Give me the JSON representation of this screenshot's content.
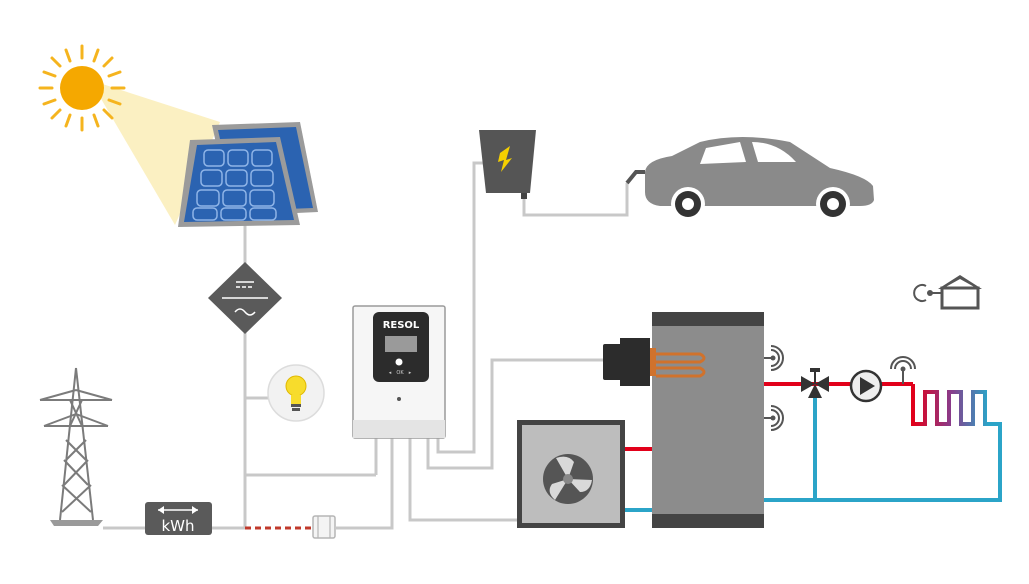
{
  "controller": {
    "brand": "RESOL",
    "buttons": [
      "◂",
      "OK",
      "▸"
    ]
  },
  "meter": {
    "unit": "kWh"
  },
  "colors": {
    "line": "#c8c8c8",
    "hot": "#e2001a",
    "cold": "#2ba4c8",
    "sun": "#f5a800",
    "panel": "#2b63b1",
    "device": "#555555",
    "car": "#8a8a8a",
    "tank": "#8c8c8c"
  },
  "icons": [
    "sun-icon",
    "solar-panel-icon",
    "inverter-icon",
    "lightbulb-icon",
    "power-pylon-icon",
    "energy-meter-icon",
    "controller-icon",
    "wallbox-icon",
    "electric-car-icon",
    "heat-pump-icon",
    "storage-tank-icon",
    "heating-rod-icon",
    "sensor-icon",
    "three-way-valve-icon",
    "circulation-pump-icon",
    "floor-heating-icon",
    "house-sensor-icon",
    "fuse-icon"
  ]
}
